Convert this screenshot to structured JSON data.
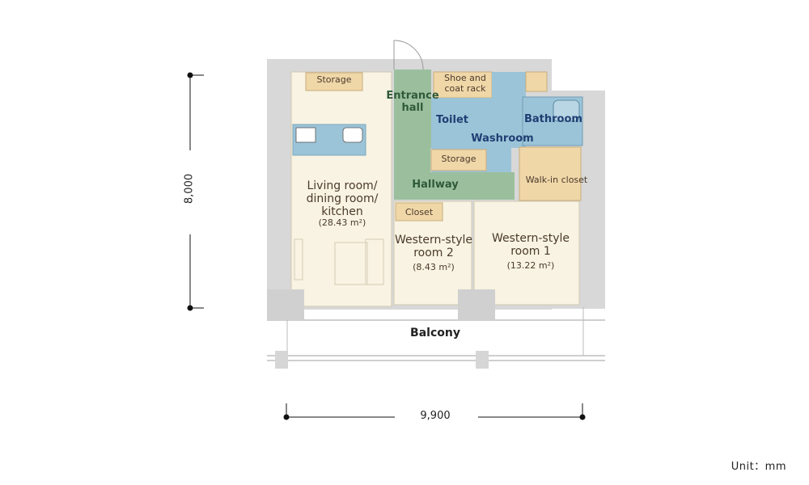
{
  "rooms": {
    "living": {
      "name": "Living room/\ndining room/\nkitchen",
      "area": "(28.43 m²)"
    },
    "western2": {
      "name": "Western-style\nroom 2",
      "area": "(8.43 m²)"
    },
    "western1": {
      "name": "Western-style\nroom 1",
      "area": "(13.22 m²)"
    },
    "entrance": {
      "name": "Entrance\nhall"
    },
    "toilet": {
      "name": "Toilet"
    },
    "washroom": {
      "name": "Washroom"
    },
    "bathroom": {
      "name": "Bathroom"
    },
    "hallway": {
      "name": "Hallway"
    },
    "walkin": {
      "name": "Walk-in closet"
    },
    "balcony": {
      "name": "Balcony"
    }
  },
  "tags": {
    "storage_top": "Storage",
    "storage_mid": "Storage",
    "shoe_rack": "Shoe and\ncoat rack",
    "closet": "Closet"
  },
  "dimensions": {
    "height": "8,000",
    "width": "9,900"
  },
  "unit": "Unit：mm",
  "colors": {
    "room_fill": "#f8f3e2",
    "storage_fill": "#f0d7a8",
    "wet_fill": "#9cc4d8",
    "hall_fill": "#9bbf9d",
    "wall": "#d6d6d6"
  }
}
